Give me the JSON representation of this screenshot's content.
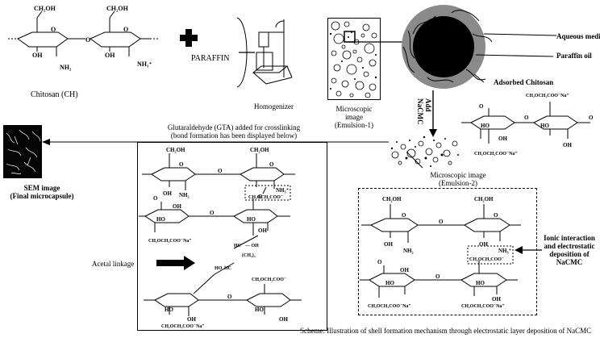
{
  "labels": {
    "chitosan": "Chitosan (CH)",
    "paraffin": "PARAFFIN",
    "homogenizer": "Homogenizer",
    "micro1": [
      "Microscopic",
      "image",
      "(Emulsion-1)"
    ],
    "aqueous": "Aqueous medium",
    "paraffin_oil": "Paraffin oil",
    "adsorbed": "Adsorbed Chitosan",
    "add_nacmc": [
      "Add",
      "NaCMC"
    ],
    "gta": [
      "Glutaraldehyde (GTA) added for crosslinking",
      "(bond formation has been displayed below)"
    ],
    "sem": [
      "SEM image",
      "(Final microcapsule)"
    ],
    "micro2": [
      "Microscopic image",
      "(Emulsion-2)"
    ],
    "acetal": "Acetal linkage",
    "ionic": [
      "Ionic interaction",
      "and electrostatic",
      "deposition of",
      "NaCMC"
    ],
    "scheme": "Scheme: Illustration of shell formation mechanism through electrostatic layer deposition of NaCMC"
  },
  "chem": {
    "ch2oh": "CH₂OH",
    "oh": "OH",
    "nh2": "NH₂",
    "nh3": "NH₃⁺",
    "o": "O",
    "ho": "HO",
    "cmc": "CH₂OCH₂COO⁻Na⁺",
    "cmc_anion": "CH₂OCH₂COO⁻",
    "hc": "HC",
    "ch2_3": "(CH₂)₃",
    "oh_link": "— OH"
  },
  "colors": {
    "arrow": "#111111",
    "sphere_outer": "#8a8a8a",
    "sphere_core": "#000000",
    "sem_bg": "#050505"
  }
}
